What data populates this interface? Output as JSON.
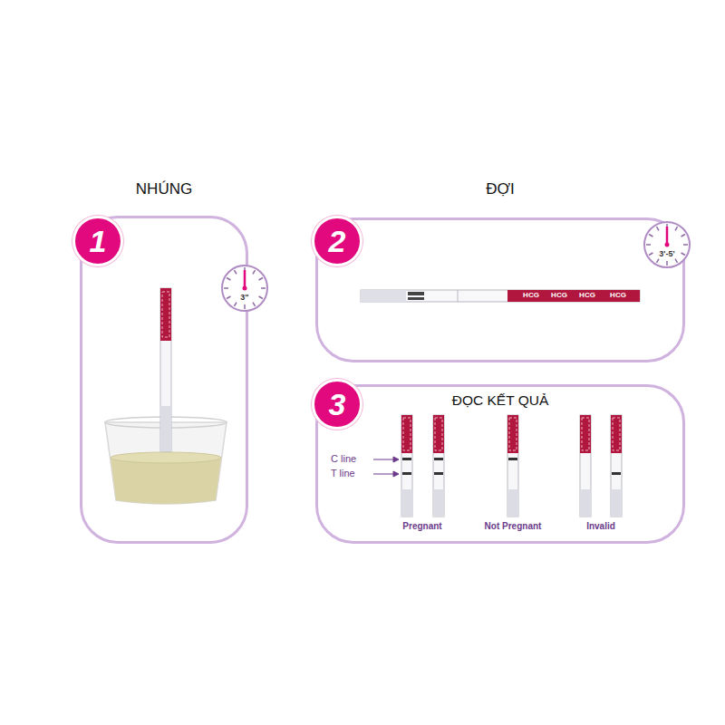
{
  "diagram": {
    "nodes": [
      {
        "text": [
          "NHÚNG"
        ]
      },
      {
        "text": [
          "1"
        ]
      },
      {
        "text": [
          "3\""
        ],
        "in": 0
      },
      {
        "text": [
          "ĐỢI"
        ]
      },
      {
        "text": [
          "2"
        ]
      },
      {
        "text": [
          "3'-5'"
        ],
        "in": 3
      },
      {
        "text": [
          "ĐỌC KẾT QUẢ"
        ]
      },
      {
        "text": [
          "3"
        ]
      }
    ],
    "labels": [
      "C line",
      "T line",
      "Pregnant",
      "Not Pregnant",
      "Invalid",
      "HCG",
      "HCG",
      "HCG",
      "HCG"
    ]
  }
}
